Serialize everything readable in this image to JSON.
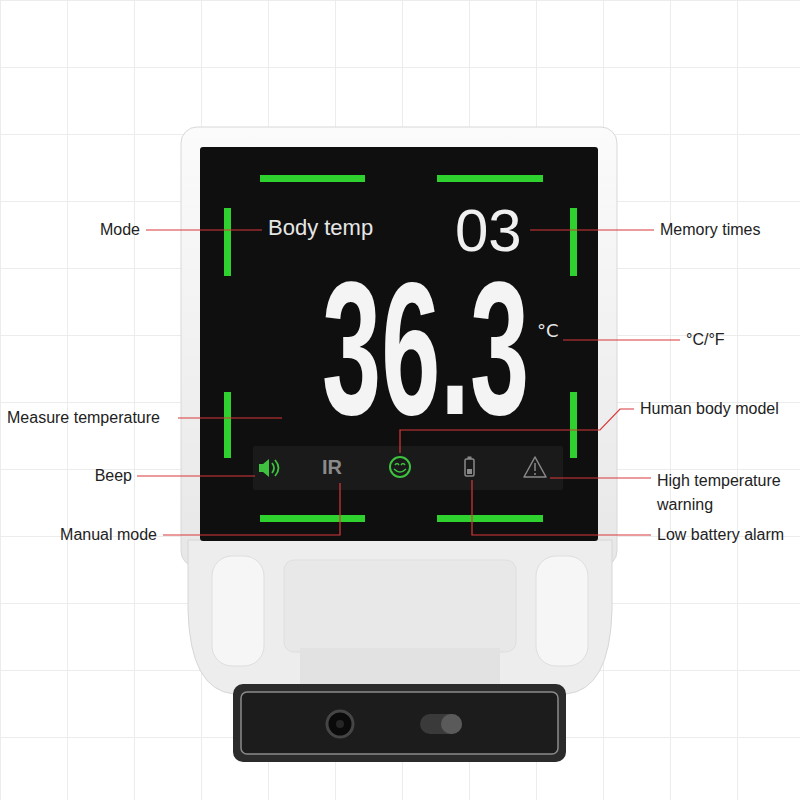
{
  "diagram": {
    "nodes": [
      {
        "text": [
          "Body temp",
          "03",
          "36.3",
          "°C",
          "IR"
        ]
      }
    ],
    "labels": [
      "Mode",
      "Memory times",
      "°C/°F",
      "Measure temperature",
      "Human body model",
      "Beep",
      "High temperature warning",
      "Manual mode",
      "Low battery alarm"
    ]
  }
}
